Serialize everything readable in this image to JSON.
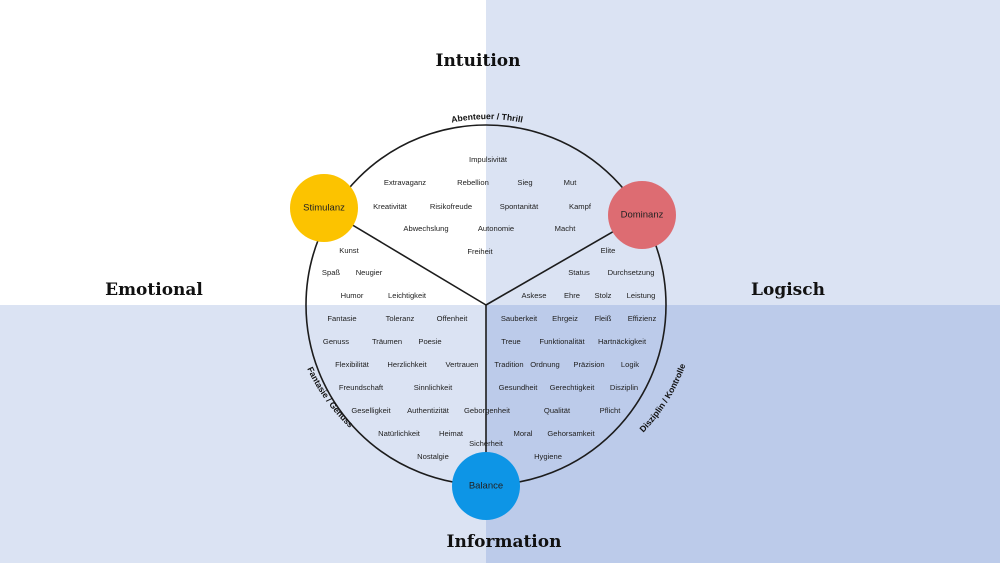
{
  "axes": {
    "top": "Intuition",
    "bottom": "Information",
    "left": "Emotional",
    "right": "Logisch"
  },
  "arcs": {
    "top": "Abenteuer / Thrill",
    "left": "Fantasie / Genuss",
    "right": "Disziplin / Kontrolle"
  },
  "nodes": {
    "stimulanz": "Stimulanz",
    "dominanz": "Dominanz",
    "balance": "Balance"
  },
  "colors": {
    "stimulanz": "#fcc300",
    "dominanz": "#dd6c72",
    "balance": "#0d95e6",
    "quadrant_light": "#dbe3f3",
    "quadrant_dark": "#bccbea"
  },
  "words": [
    {
      "id": "impulsivitaet",
      "text": "Impulsivität"
    },
    {
      "id": "extravaganz",
      "text": "Extravaganz"
    },
    {
      "id": "rebellion",
      "text": "Rebellion"
    },
    {
      "id": "sieg",
      "text": "Sieg"
    },
    {
      "id": "mut",
      "text": "Mut"
    },
    {
      "id": "kreativitaet",
      "text": "Kreativität"
    },
    {
      "id": "risikofreude",
      "text": "Risikofreude"
    },
    {
      "id": "spontanitaet",
      "text": "Spontanität"
    },
    {
      "id": "kampf",
      "text": "Kampf"
    },
    {
      "id": "abwechslung",
      "text": "Abwechslung"
    },
    {
      "id": "autonomie",
      "text": "Autonomie"
    },
    {
      "id": "macht",
      "text": "Macht"
    },
    {
      "id": "freiheit",
      "text": "Freiheit"
    },
    {
      "id": "kunst",
      "text": "Kunst"
    },
    {
      "id": "elite",
      "text": "Elite"
    },
    {
      "id": "spass",
      "text": "Spaß"
    },
    {
      "id": "neugier",
      "text": "Neugier"
    },
    {
      "id": "status",
      "text": "Status"
    },
    {
      "id": "durchsetzung",
      "text": "Durchsetzung"
    },
    {
      "id": "humor",
      "text": "Humor"
    },
    {
      "id": "leichtigkeit",
      "text": "Leichtigkeit"
    },
    {
      "id": "askese",
      "text": "Askese"
    },
    {
      "id": "ehre",
      "text": "Ehre"
    },
    {
      "id": "stolz",
      "text": "Stolz"
    },
    {
      "id": "leistung",
      "text": "Leistung"
    },
    {
      "id": "fantasie",
      "text": "Fantasie"
    },
    {
      "id": "toleranz",
      "text": "Toleranz"
    },
    {
      "id": "offenheit",
      "text": "Offenheit"
    },
    {
      "id": "sauberkeit",
      "text": "Sauberkeit"
    },
    {
      "id": "ehrgeiz",
      "text": "Ehrgeiz"
    },
    {
      "id": "fleiss",
      "text": "Fleiß"
    },
    {
      "id": "effizienz",
      "text": "Effizienz"
    },
    {
      "id": "genuss",
      "text": "Genuss"
    },
    {
      "id": "traeumen",
      "text": "Träumen"
    },
    {
      "id": "poesie",
      "text": "Poesie"
    },
    {
      "id": "treue",
      "text": "Treue"
    },
    {
      "id": "funktionalitaet",
      "text": "Funktionalität"
    },
    {
      "id": "hartnaeckigkeit",
      "text": "Hartnäckigkeit"
    },
    {
      "id": "flexibilitaet",
      "text": "Flexibilität"
    },
    {
      "id": "herzlichkeit",
      "text": "Herzlichkeit"
    },
    {
      "id": "vertrauen",
      "text": "Vertrauen"
    },
    {
      "id": "tradition",
      "text": "Tradition"
    },
    {
      "id": "ordnung",
      "text": "Ordnung"
    },
    {
      "id": "praezision",
      "text": "Präzision"
    },
    {
      "id": "logik",
      "text": "Logik"
    },
    {
      "id": "freundschaft",
      "text": "Freundschaft"
    },
    {
      "id": "sinnlichkeit",
      "text": "Sinnlichkeit"
    },
    {
      "id": "gesundheit",
      "text": "Gesundheit"
    },
    {
      "id": "gerechtigkeit",
      "text": "Gerechtigkeit"
    },
    {
      "id": "disziplin",
      "text": "Disziplin"
    },
    {
      "id": "geselligkeit",
      "text": "Geselligkeit"
    },
    {
      "id": "authentizitaet",
      "text": "Authentizität"
    },
    {
      "id": "geborgenheit",
      "text": "Geborgenheit"
    },
    {
      "id": "qualitaet",
      "text": "Qualität"
    },
    {
      "id": "pflicht",
      "text": "Pflicht"
    },
    {
      "id": "natuerlichkeit",
      "text": "Natürlichkeit"
    },
    {
      "id": "heimat",
      "text": "Heimat"
    },
    {
      "id": "sicherheit",
      "text": "Sicherheit"
    },
    {
      "id": "moral",
      "text": "Moral"
    },
    {
      "id": "gehorsamkeit",
      "text": "Gehorsamkeit"
    },
    {
      "id": "nostalgie",
      "text": "Nostalgie"
    },
    {
      "id": "hygiene",
      "text": "Hygiene"
    }
  ]
}
